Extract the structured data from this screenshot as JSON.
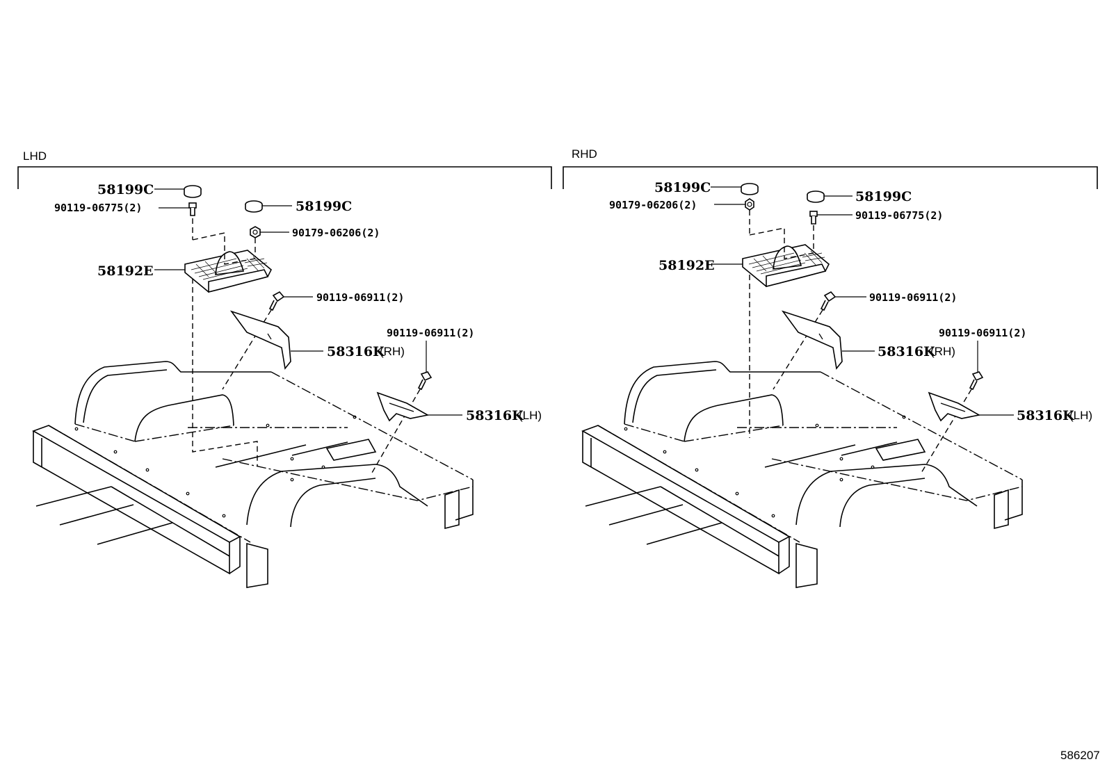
{
  "diagram_id": "586207",
  "sections": {
    "lhd": {
      "title": "LHD",
      "labels": {
        "cap_left": "58199C",
        "bolt_top": "90119-06775(2)",
        "cap_right": "58199C",
        "nut": "90179-06206(2)",
        "bracket": "58192E",
        "screw_rh": "90119-06911(2)",
        "trim_rh": "58316K",
        "trim_rh_side": "(RH)",
        "screw_lh": "90119-06911(2)",
        "trim_lh": "58316K",
        "trim_lh_side": "(LH)"
      }
    },
    "rhd": {
      "title": "RHD",
      "labels": {
        "cap_left": "58199C",
        "nut": "90179-06206(2)",
        "cap_right": "58199C",
        "bolt_top": "90119-06775(2)",
        "bracket": "58192E",
        "screw_rh": "90119-06911(2)",
        "trim_rh": "58316K",
        "trim_rh_side": "(RH)",
        "screw_lh": "90119-06911(2)",
        "trim_lh": "58316K",
        "trim_lh_side": "(LH)"
      }
    }
  }
}
